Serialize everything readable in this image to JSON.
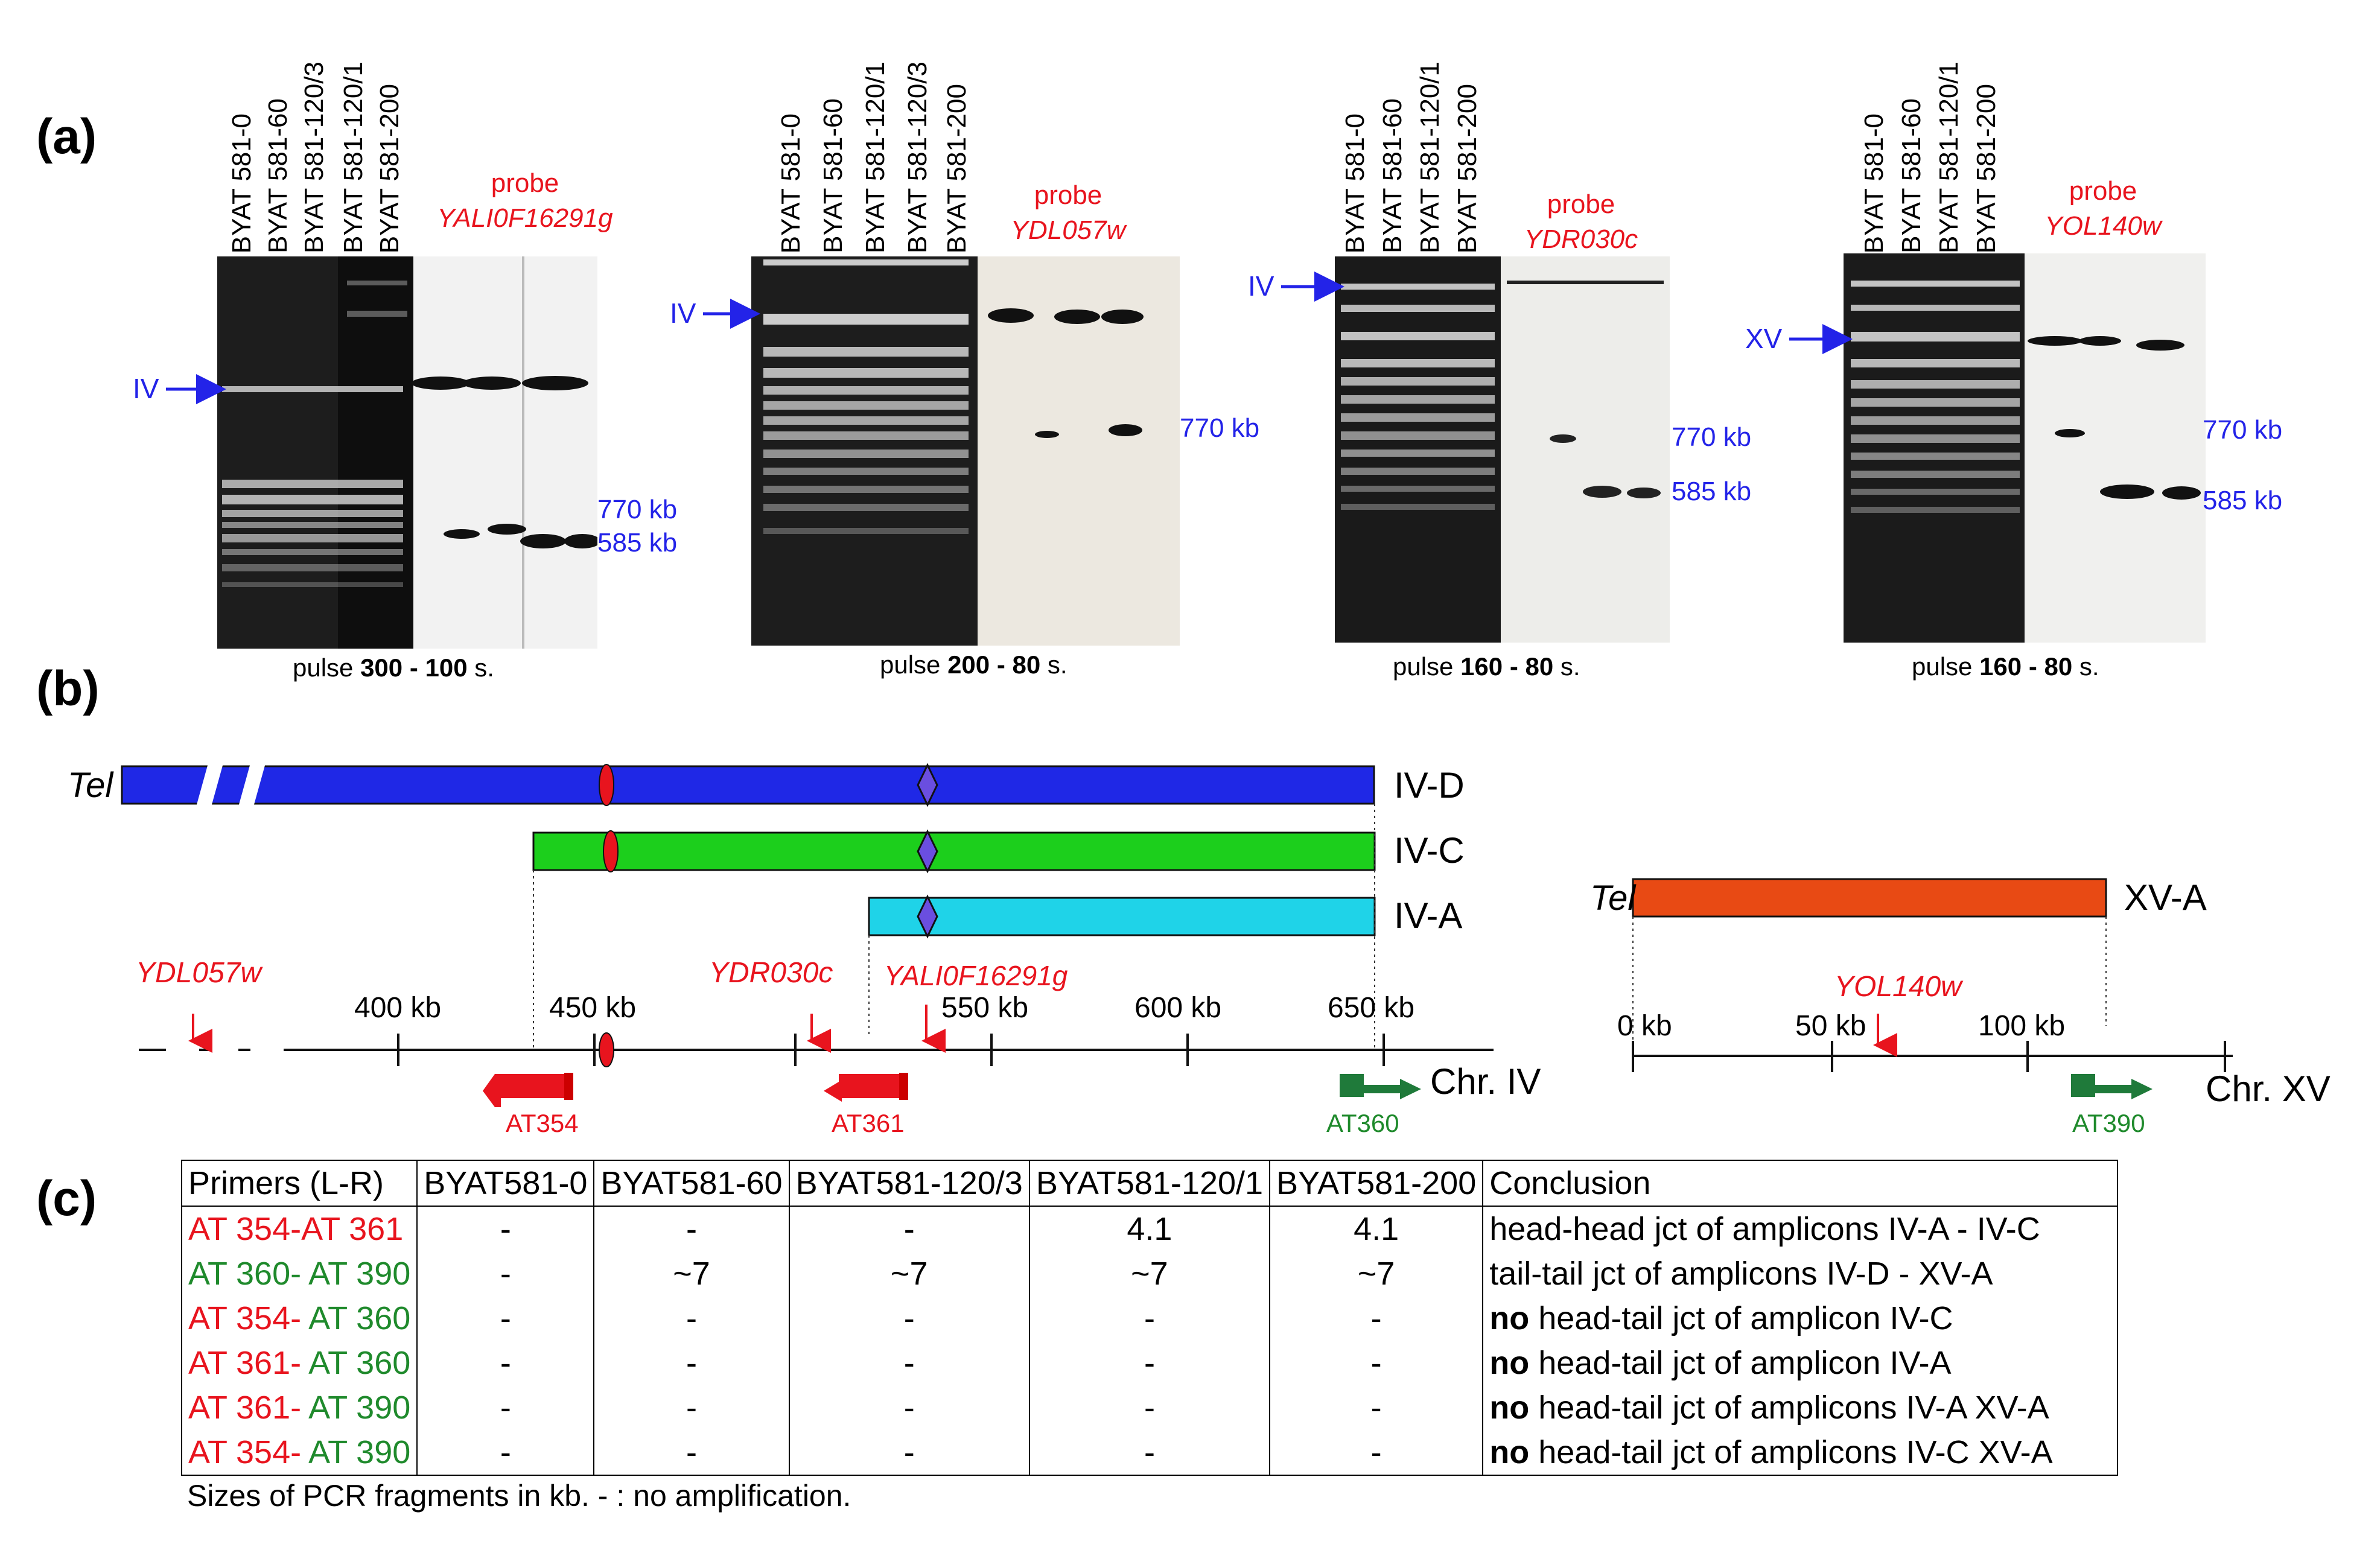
{
  "panels": {
    "a": "(a)",
    "b": "(b)",
    "c": "(c)"
  },
  "gels": [
    {
      "lanes": [
        "BYAT 581-0",
        "BYAT 581-60",
        "BYAT 581-120/3",
        "BYAT 581-120/1",
        "BYAT 581-200"
      ],
      "probe_word": "probe",
      "probe_gene": "YALI0F16291g",
      "chr": "IV",
      "sizes": [
        "770 kb",
        "585 kb"
      ],
      "pulse_pre": "pulse ",
      "pulse_bold": "300 - 100",
      "pulse_post": " s."
    },
    {
      "lanes": [
        "BYAT 581-0",
        "BYAT 581-60",
        "BYAT 581-120/1",
        "BYAT 581-120/3",
        "BYAT 581-200"
      ],
      "probe_word": "probe",
      "probe_gene": "YDL057w",
      "chr": "IV",
      "sizes": [
        "770 kb"
      ],
      "pulse_pre": "pulse ",
      "pulse_bold": "200 - 80",
      "pulse_post": " s."
    },
    {
      "lanes": [
        "BYAT 581-0",
        "BYAT 581-60",
        "BYAT 581-120/1",
        "BYAT 581-200"
      ],
      "probe_word": "probe",
      "probe_gene": "YDR030c",
      "chr": "IV",
      "sizes": [
        "770 kb",
        "585 kb"
      ],
      "pulse_pre": "pulse ",
      "pulse_bold": "160 - 80",
      "pulse_post": " s."
    },
    {
      "lanes": [
        "BYAT 581-0",
        "BYAT 581-60",
        "BYAT 581-120/1",
        "BYAT 581-200"
      ],
      "probe_word": "probe",
      "probe_gene": "YOL140w",
      "chr": "XV",
      "sizes": [
        "770 kb",
        "585 kb"
      ],
      "pulse_pre": "pulse ",
      "pulse_bold": "160 - 80",
      "pulse_post": " s."
    }
  ],
  "map": {
    "tel": "Tel",
    "segments": [
      "IV-D",
      "IV-C",
      "IV-A",
      "XV-A"
    ],
    "colors": {
      "IV-D": "#1f28e6",
      "IV-C": "#1ccf1c",
      "IV-A": "#1fd3e8",
      "XV-A": "#e84a14"
    },
    "chr4_ticks": [
      "400 kb",
      "450 kb",
      "550 kb",
      "600 kb",
      "650 kb"
    ],
    "chr15_ticks": [
      "0 kb",
      "50 kb",
      "100 kb"
    ],
    "genes": [
      "YDL057w",
      "YDR030c",
      "YALI0F16291g",
      "YOL140w"
    ],
    "chr4_label": "Chr. IV",
    "chr15_label": "Chr. XV",
    "primers": [
      "AT354",
      "AT361",
      "AT360",
      "AT390"
    ]
  },
  "table": {
    "headers": [
      "Primers (L-R)",
      "BYAT581-0",
      "BYAT581-60",
      "BYAT581-120/3",
      "BYAT581-120/1",
      "BYAT581-200",
      "Conclusion"
    ],
    "rows": [
      {
        "p1": "AT 354-",
        "p2": "AT 361",
        "c1": "red",
        "c2": "red",
        "vals": [
          "-",
          "-",
          "-",
          "4.1",
          "4.1"
        ],
        "bold": "",
        "conc": "head-head jct of amplicons IV-A - IV-C"
      },
      {
        "p1": "AT 360-",
        "p2": " AT 390",
        "c1": "green",
        "c2": "green",
        "vals": [
          "-",
          "~7",
          "~7",
          "~7",
          "~7"
        ],
        "bold": "",
        "conc": "tail-tail jct of amplicons IV-D - XV-A"
      },
      {
        "p1": "AT 354-",
        "p2": " AT 360",
        "c1": "red",
        "c2": "green",
        "vals": [
          "-",
          "-",
          "-",
          "-",
          "-"
        ],
        "bold": "no",
        "conc": " head-tail jct of amplicon IV-C"
      },
      {
        "p1": "AT 361-",
        "p2": " AT 360",
        "c1": "red",
        "c2": "green",
        "vals": [
          "-",
          "-",
          "-",
          "-",
          "-"
        ],
        "bold": "no",
        "conc": " head-tail jct of amplicon IV-A"
      },
      {
        "p1": "AT 361-",
        "p2": " AT 390",
        "c1": "red",
        "c2": "green",
        "vals": [
          "-",
          "-",
          "-",
          "-",
          "-"
        ],
        "bold": "no",
        "conc": " head-tail jct of amplicons IV-A XV-A"
      },
      {
        "p1": "AT 354-",
        "p2": " AT 390",
        "c1": "red",
        "c2": "green",
        "vals": [
          "-",
          "-",
          "-",
          "-",
          "-"
        ],
        "bold": "no",
        "conc": " head-tail jct of amplicons IV-C XV-A"
      }
    ],
    "footnote": "Sizes of PCR fragments in kb. - : no amplification."
  }
}
